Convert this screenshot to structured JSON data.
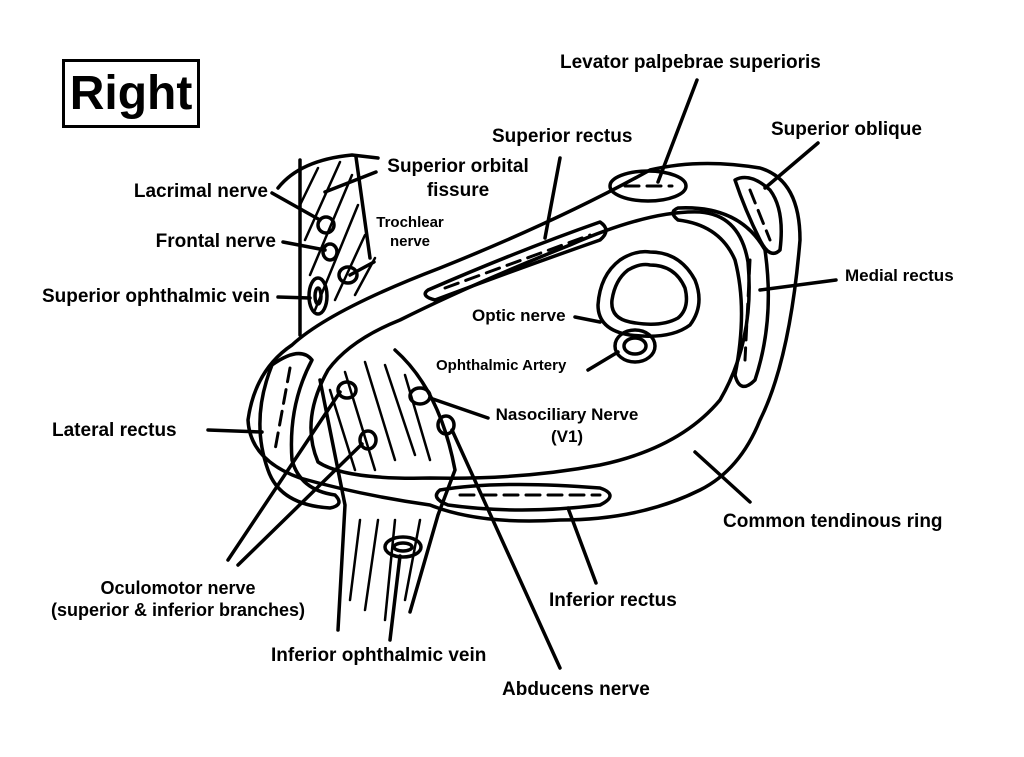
{
  "title": "Right",
  "labels": {
    "levator": "Levator palpebrae superioris",
    "superior_oblique": "Superior oblique",
    "superior_rectus": "Superior rectus",
    "superior_orbital_fissure_1": "Superior orbital",
    "superior_orbital_fissure_2": "fissure",
    "lacrimal_nerve": "Lacrimal nerve",
    "trochlear_1": "Trochlear",
    "trochlear_2": "nerve",
    "frontal_nerve": "Frontal nerve",
    "medial_rectus": "Medial rectus",
    "superior_ophthalmic_vein": "Superior ophthalmic vein",
    "optic_nerve": "Optic nerve",
    "ophthalmic_artery": "Ophthalmic Artery",
    "nasociliary_1": "Nasociliary Nerve",
    "nasociliary_2": "(V1)",
    "lateral_rectus": "Lateral rectus",
    "common_tendinous_ring": "Common tendinous ring",
    "oculomotor_1": "Oculomotor nerve",
    "oculomotor_2": "(superior & inferior branches)",
    "inferior_rectus": "Inferior rectus",
    "inferior_ophthalmic_vein": "Inferior ophthalmic vein",
    "abducens_nerve": "Abducens nerve"
  }
}
